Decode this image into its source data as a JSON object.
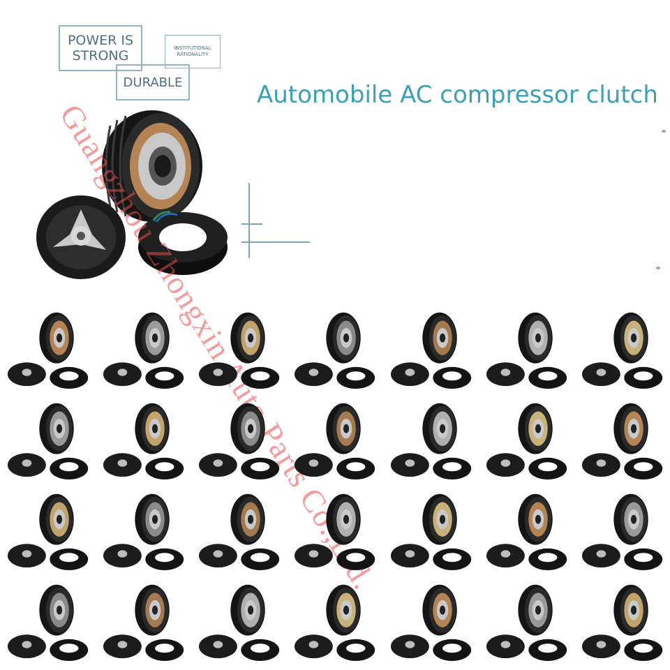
{
  "badges": {
    "power": "POWER IS\nSTRONG",
    "institutional": "INSTITUTIONAL\nRATIONALITY",
    "durable": "DURABLE"
  },
  "title": "Automobile AC compressor clutch",
  "watermark": "Guangzhou Zhongxin Auto Parts Co.,Ltd.",
  "colors": {
    "accent": "#3b9fb6",
    "badge": "#8fb4c6",
    "watermark": "#e84a4a"
  },
  "grid": {
    "rows": 4,
    "cols": 7
  }
}
